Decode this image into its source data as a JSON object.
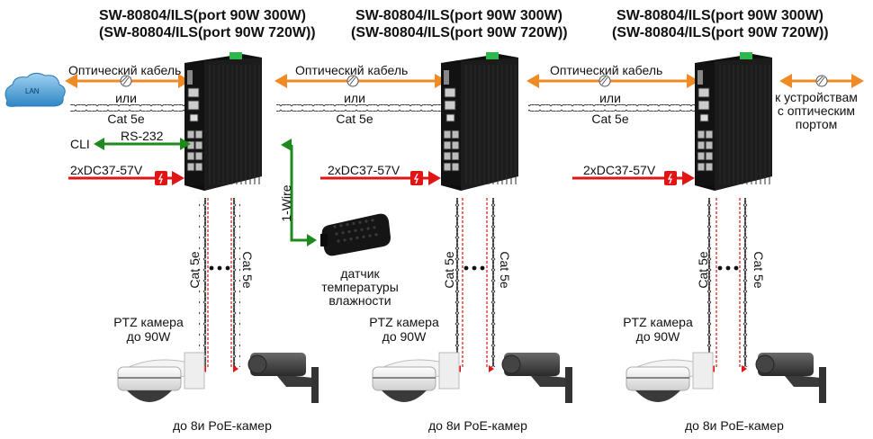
{
  "colors": {
    "optical": "#f08a24",
    "rs232": "#1e8a1e",
    "power": "#e01515",
    "cable": "#222222",
    "switch_body": "#1c1c1c",
    "switch_terminal": "#2eb84a",
    "lan_cloud": "#5aa8d8"
  },
  "switches": [
    {
      "title_line1": "SW-80804/ILS(port 90W 300W)",
      "title_line2": "(SW-80804/ILS(port 90W 720W))"
    },
    {
      "title_line1": "SW-80804/ILS(port 90W 300W)",
      "title_line2": "(SW-80804/ILS(port 90W 720W))"
    },
    {
      "title_line1": "SW-80804/ILS(port 90W 300W)",
      "title_line2": "(SW-80804/ILS(port 90W 720W))"
    }
  ],
  "lan": {
    "label": "LAN"
  },
  "links": [
    {
      "optical_label": "Оптический кабель",
      "or_label": "или",
      "cat_label": "Cat 5e"
    },
    {
      "optical_label": "Оптический кабель",
      "or_label": "или",
      "cat_label": "Cat 5e"
    },
    {
      "optical_label": "Оптический кабель",
      "or_label": "или",
      "cat_label": "Cat 5e"
    }
  ],
  "uplink_end": {
    "label_line1": "к устройствам",
    "label_line2": "с оптическим",
    "label_line3": "портом"
  },
  "cli": {
    "label": "CLI",
    "rs232_label": "RS-232"
  },
  "power": [
    {
      "label": "2xDC37-57V"
    },
    {
      "label": "2xDC37-57V"
    },
    {
      "label": "2xDC37-57V"
    }
  ],
  "sensor": {
    "wire_label": "1-Wire",
    "label_line1": "датчик",
    "label_line2": "температуры",
    "label_line3": "влажности"
  },
  "camera_groups": [
    {
      "cat_left": "Cat 5e",
      "cat_right": "Cat 5e",
      "ptz_line1": "PTZ камера",
      "ptz_line2": "до 90W",
      "footer": "до 8и  PoE-камер"
    },
    {
      "cat_left": "Cat 5e",
      "cat_right": "Cat 5e",
      "ptz_line1": "PTZ камера",
      "ptz_line2": "до 90W",
      "footer": "до 8и  PoE-камер"
    },
    {
      "cat_left": "Cat 5e",
      "cat_right": "Cat 5e",
      "ptz_line1": "PTZ камера",
      "ptz_line2": "до 90W",
      "footer": "до 8и  PoE-камер"
    }
  ]
}
